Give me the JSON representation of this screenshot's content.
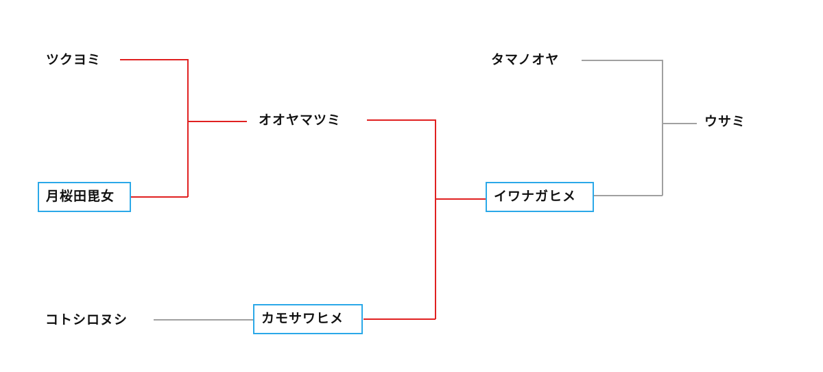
{
  "people": {
    "tsukuyomi": "ツクヨミ",
    "tsukiouda": "月桜田毘女",
    "ooyamatsumi": "オオヤマツミ",
    "kotoshironushi": "コトシロヌシ",
    "kamosawahime": "カモサワヒメ",
    "iwanagahime": "イワナガヒメ",
    "tamanooya": "タマノオヤ",
    "usami": "ウサミ"
  },
  "colors": {
    "red_line": "#e02020",
    "gray_line": "#a0a0a0",
    "box_border": "#2aa8e8",
    "text": "#111111"
  }
}
